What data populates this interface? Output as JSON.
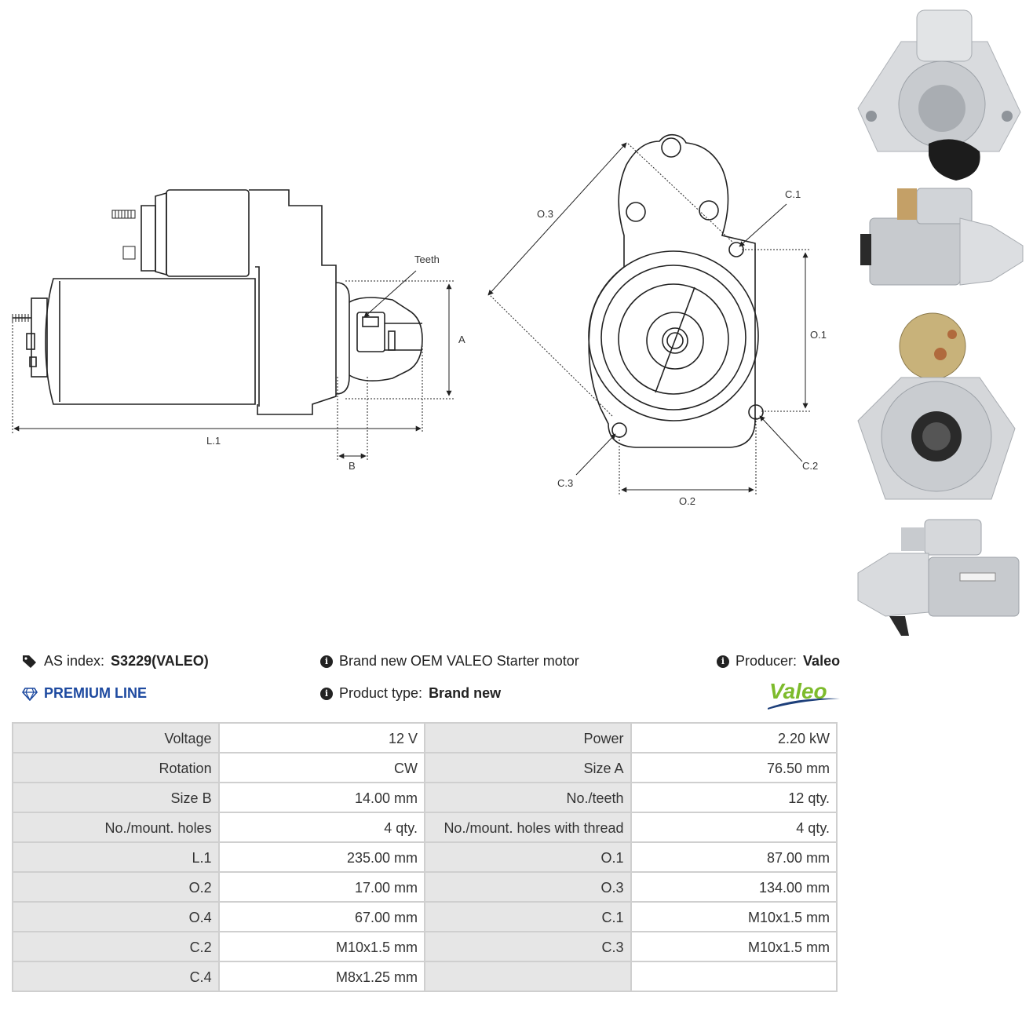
{
  "drawing": {
    "labels": {
      "teeth": "Teeth",
      "a": "A",
      "l1": "L.1",
      "b": "B",
      "o3": "O.3",
      "c1": "C.1",
      "o1": "O.1",
      "c2": "C.2",
      "c3": "C.3",
      "o2": "O.2"
    }
  },
  "info": {
    "as_index_label": "AS index:",
    "as_index_value": "S3229(VALEO)",
    "premium_line": "PREMIUM LINE",
    "description": "Brand new OEM VALEO Starter motor",
    "product_type_label": "Product type:",
    "product_type_value": "Brand new",
    "producer_label": "Producer:",
    "producer_value": "Valeo",
    "logo_text": "Valeo",
    "icons": {
      "tag": "tag-icon",
      "diamond": "diamond-icon",
      "info": "info-icon"
    },
    "colors": {
      "premium": "#1e4aa0",
      "logo_green": "#7dbb2c",
      "logo_blue": "#1d3f7a"
    }
  },
  "specs": [
    [
      "Voltage",
      "12 V",
      "Power",
      "2.20 kW"
    ],
    [
      "Rotation",
      "CW",
      "Size A",
      "76.50 mm"
    ],
    [
      "Size B",
      "14.00 mm",
      "No./teeth",
      "12 qty."
    ],
    [
      "No./mount. holes",
      "4 qty.",
      "No./mount. holes with thread",
      "4 qty."
    ],
    [
      "L.1",
      "235.00 mm",
      "O.1",
      "87.00 mm"
    ],
    [
      "O.2",
      "17.00 mm",
      "O.3",
      "134.00 mm"
    ],
    [
      "O.4",
      "67.00 mm",
      "C.1",
      "M10x1.5 mm"
    ],
    [
      "C.2",
      "M10x1.5 mm",
      "C.3",
      "M10x1.5 mm"
    ],
    [
      "C.4",
      "M8x1.25 mm",
      "",
      ""
    ]
  ]
}
